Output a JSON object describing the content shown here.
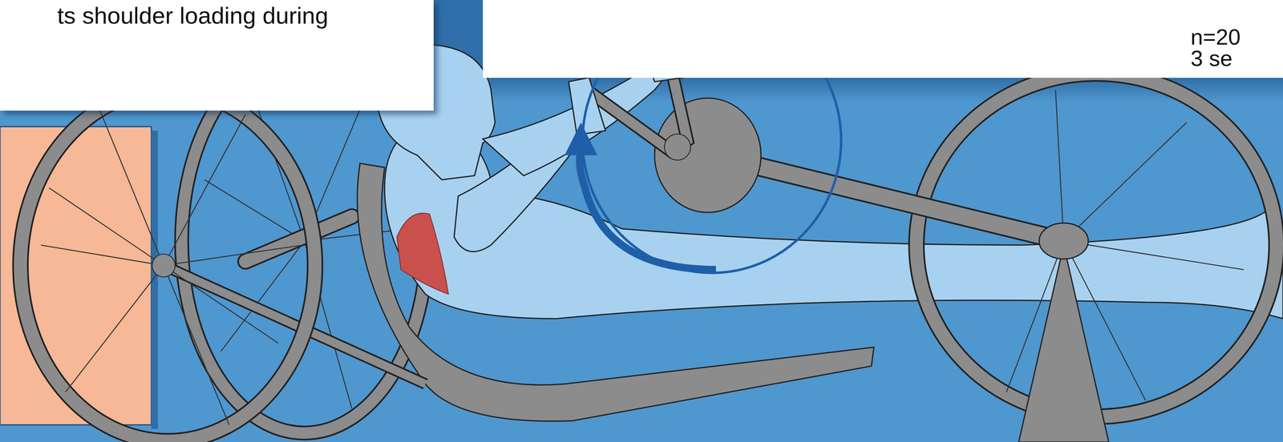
{
  "diagram": {
    "nodes": [
      {
        "text": [
          "ts shoulder loading during"
        ]
      },
      {
        "text": [
          "n=20",
          "3 se"
        ]
      }
    ]
  }
}
